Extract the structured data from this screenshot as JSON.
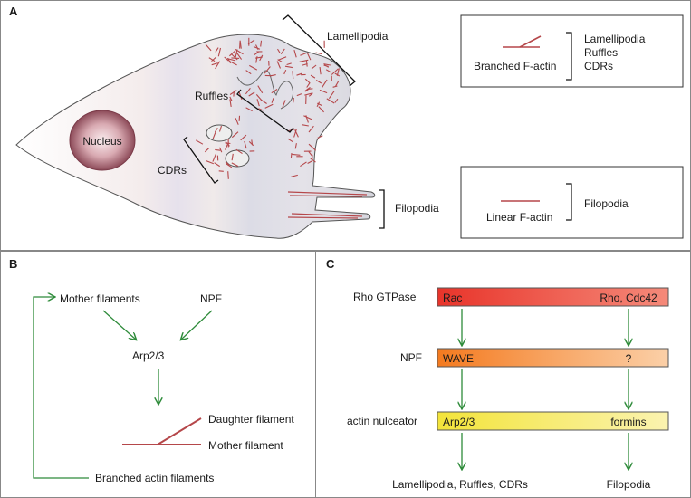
{
  "panel_a": {
    "letter": "A",
    "labels": {
      "nucleus": "Nucleus",
      "lamellipodia": "Lamellipodia",
      "ruffles": "Ruffles",
      "cdrs": "CDRs",
      "filopodia": "Filopodia"
    },
    "legend_branched": {
      "label": "Branched F-actin",
      "items": [
        "Lamellipodia",
        "Ruffles",
        "CDRs"
      ]
    },
    "legend_linear": {
      "label": "Linear F-actin",
      "items": [
        "Filopodia"
      ]
    }
  },
  "panel_b": {
    "letter": "B",
    "mother_filaments": "Mother filaments",
    "npf": "NPF",
    "arp23": "Arp2/3",
    "daughter_filament": "Daughter filament",
    "mother_filament": "Mother filament",
    "branched_actin_filaments": "Branched actin filaments"
  },
  "panel_c": {
    "letter": "C",
    "rows": [
      {
        "label": "Rho GTPase",
        "left": "Rac",
        "right": "Rho, Cdc42",
        "color_left": "#e8342a",
        "color_right": "#f58a7a"
      },
      {
        "label": "NPF",
        "left": "WAVE",
        "right": "?",
        "color_left": "#f47a1f",
        "color_right": "#fbd0a8"
      },
      {
        "label": "actin nulceator",
        "left": "Arp2/3",
        "right": "formins",
        "color_left": "#f3e43a",
        "color_right": "#fbf3b0"
      }
    ],
    "outputs": {
      "left": "Lamellipodia, Ruffles, CDRs",
      "right": "Filopodia"
    }
  },
  "colors": {
    "actin": "#b5474a",
    "arrow": "#2e8b3a",
    "frame": "#888888"
  }
}
